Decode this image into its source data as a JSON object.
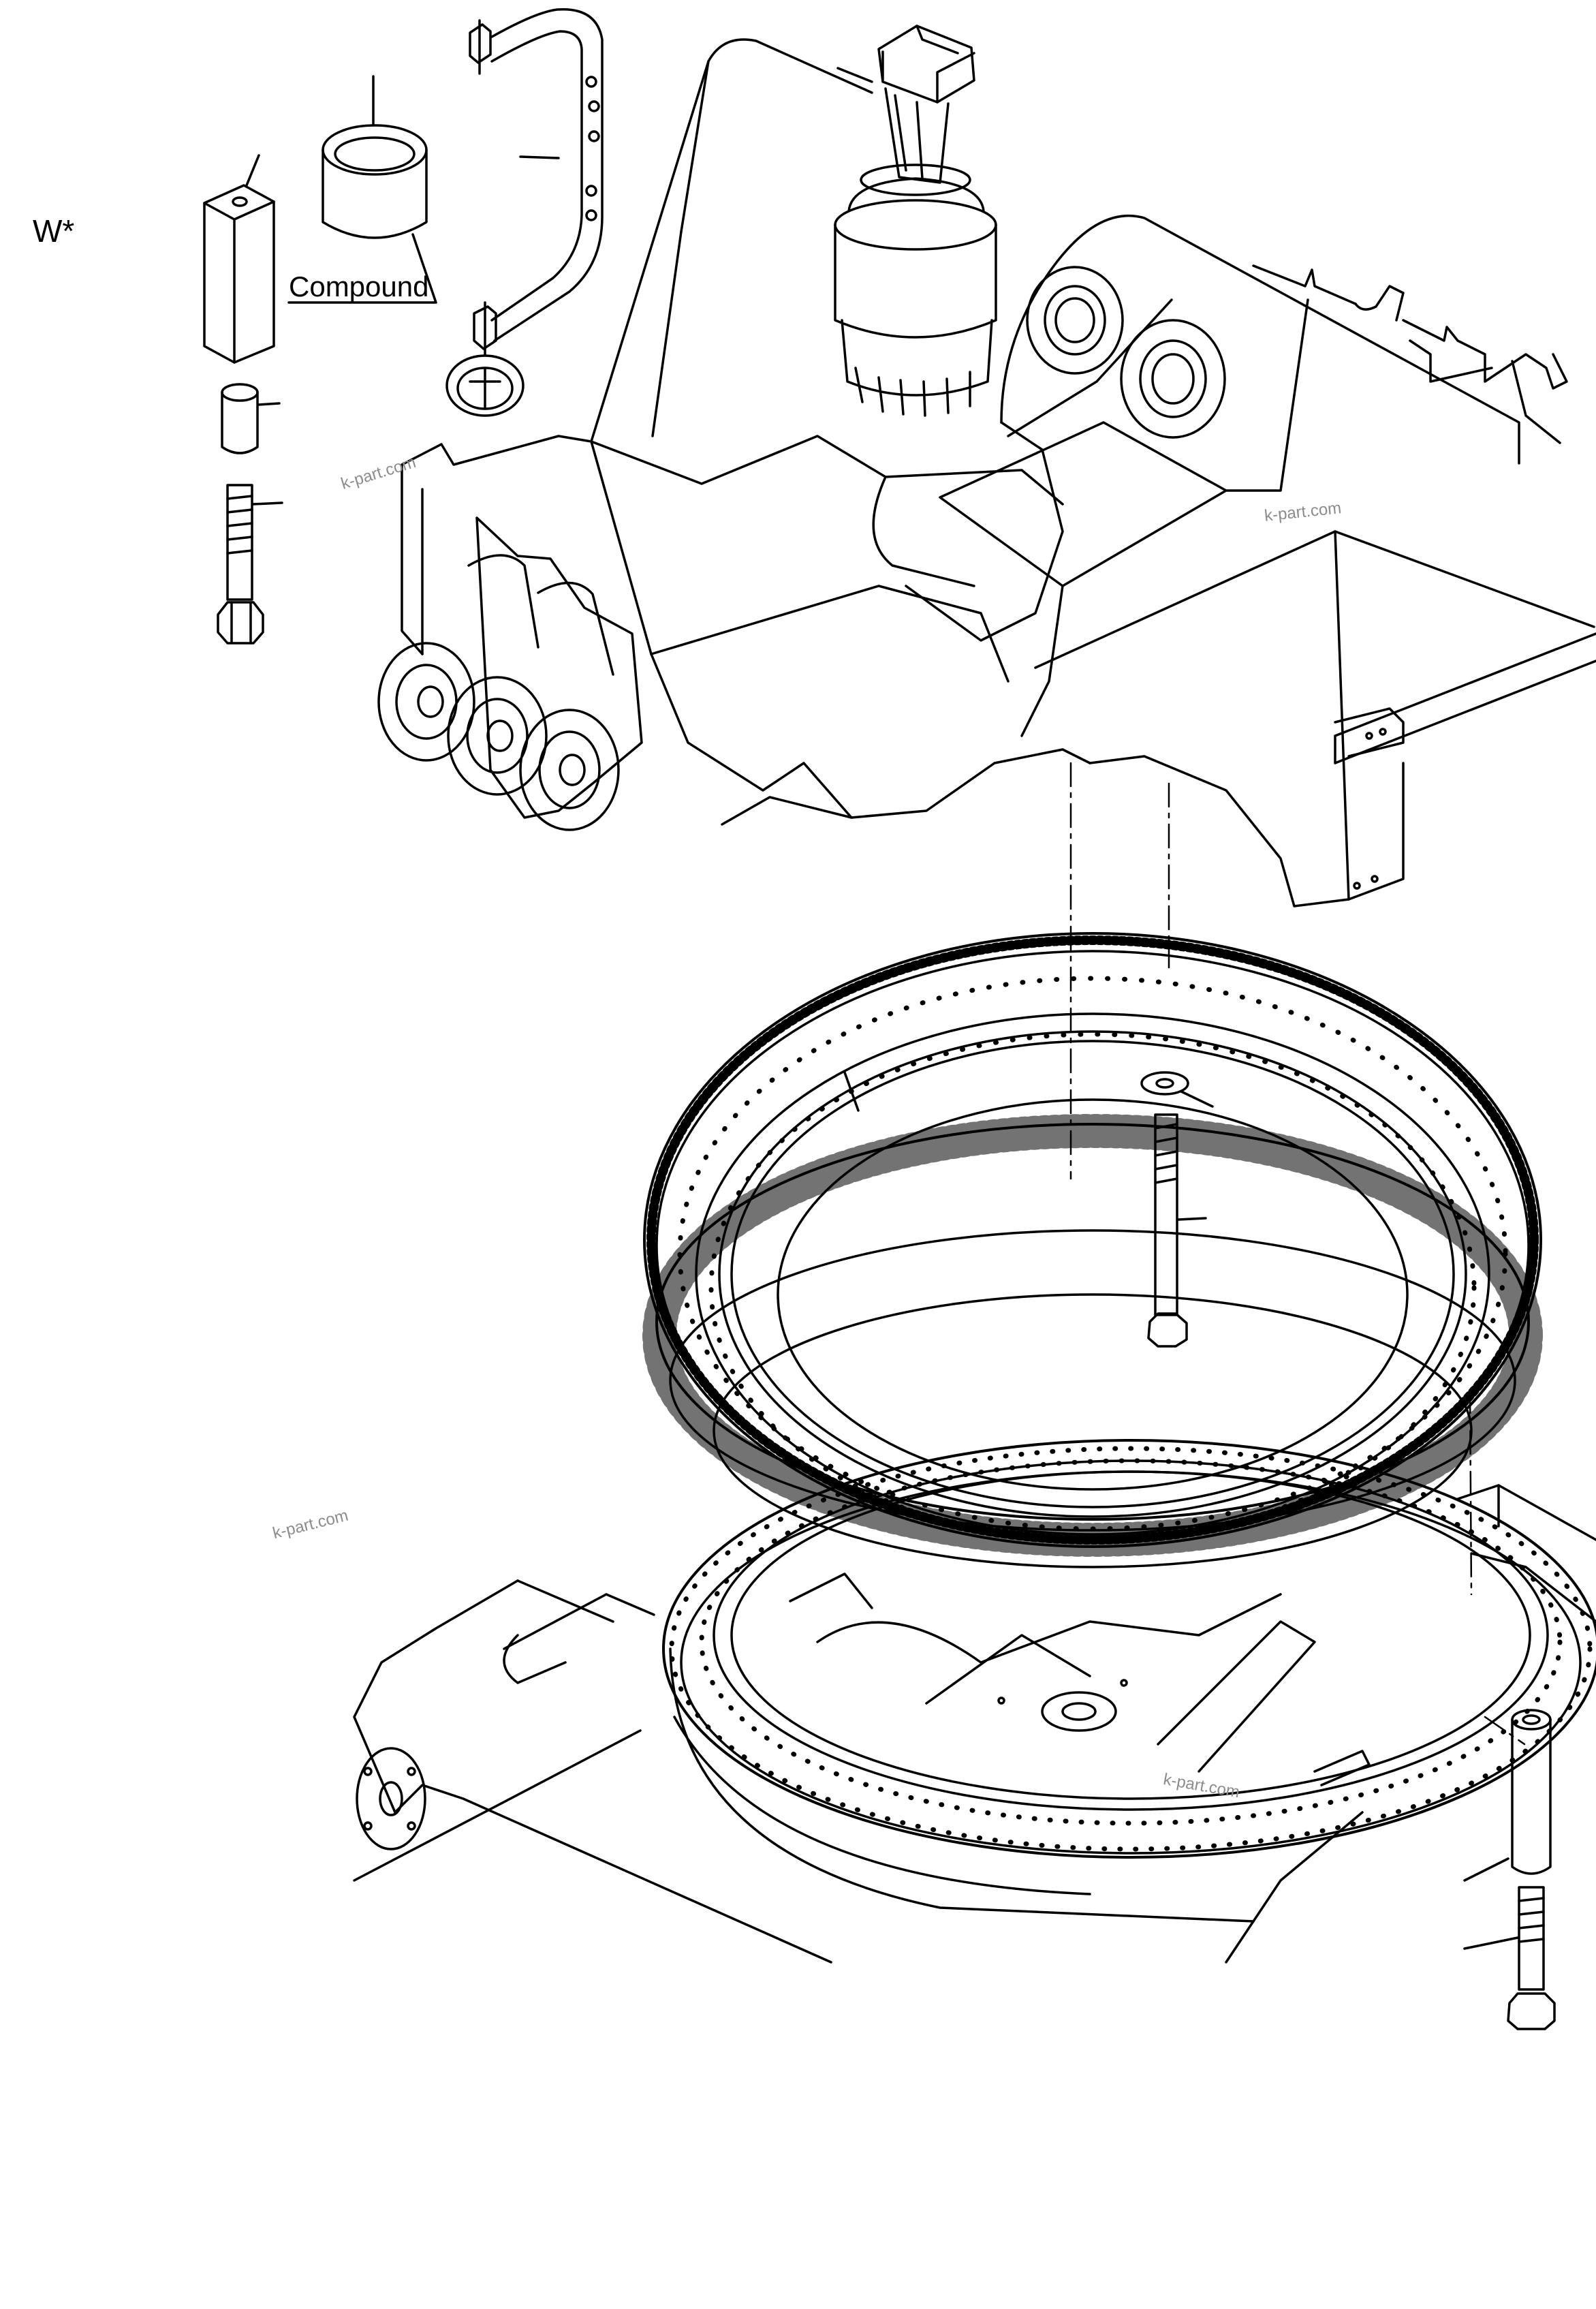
{
  "labels": {
    "view_marker": "W*",
    "compound": "Compound"
  },
  "watermarks": [
    "k-part.com",
    "k-part.com",
    "k-part.com",
    "k-part.com"
  ],
  "colors": {
    "line": "#000000",
    "background": "#ffffff",
    "watermark": "#8c8c8c"
  }
}
